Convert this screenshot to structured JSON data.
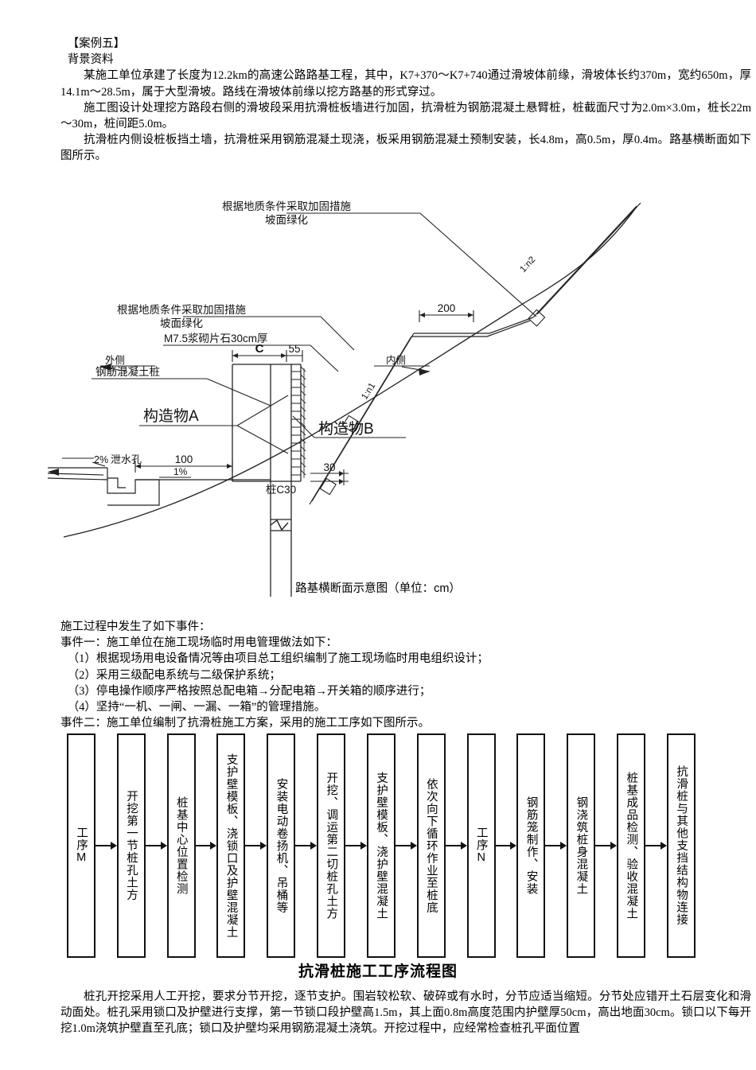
{
  "document": {
    "case_title": "【案例五】",
    "background_heading": "背景资料",
    "background_paras": [
      "某施工单位承建了长度为12.2km的高速公路路基工程，其中，K7+370～K7+740通过滑坡体前缘，滑坡体长约370m，宽约650m，厚14.1m～28.5m，属于大型滑坡。路线在滑坡体前缘以挖方路基的形式穿过。",
      "施工图设计处理挖方路段右侧的滑坡段采用抗滑桩板墙进行加固，抗滑桩为钢筋混凝土悬臂桩，桩截面尺寸为2.0m×3.0m，桩长22m～30m，桩间距5.0m。",
      "抗滑桩内侧设桩板挡土墙，抗滑桩采用钢筋混凝土现浇，板采用钢筋混凝土预制安装，长4.8m，高0.5m，厚0.4m。路基横断面如下图所示。"
    ],
    "events_intro": "施工过程中发生了如下事件：",
    "event_one_heading": "事件一：施工单位在施工现场临时用电管理做法如下：",
    "event_one_items": [
      "（1）根据现场用电设备情况等由项目总工组织编制了施工现场临时用电组织设计；",
      "（2）采用三级配电系统与二级保护系统；",
      "（3）停电操作顺序严格按照总配电箱→分配电箱→开关箱的顺序进行；",
      "（4）坚持“一机、一闸、一漏、一箱”的管理措施。"
    ],
    "event_two_heading": "事件二：施工单位编制了抗滑桩施工方案，采用的施工工序如下图所示。",
    "closing_para": "桩孔开挖采用人工开挖，要求分节开挖，逐节支护。围岩较松软、破碎或有水时，分节应适当缩短。分节处应错开土石层变化和滑动面处。桩孔采用锁口及护壁进行支撑，第一节锁口段护壁高1.5m，其上面0.8m高度范围内护壁厚50cm，高出地面30cm。锁口以下每开挖1.0m浇筑护壁直至孔底；锁口及护壁均采用钢筋混凝土浇筑。开挖过程中，应经常检查桩孔平面位置"
  },
  "drawing": {
    "caption": "路基横断面示意图（单位：cm）",
    "labels": {
      "upper_reinforce_line1": "根据地质条件采取加固措施",
      "upper_reinforce_line2": "坡面绿化",
      "lower_reinforce_line1": "根据地质条件采取加固措施",
      "lower_reinforce_line2": "坡面绿化",
      "mortar_rubble": "M7.5浆砌片石30cm厚",
      "rc_pile": "钢筋混凝土桩",
      "structure_a": "构造物A",
      "structure_b": "构造物B",
      "weep_hole": "泄水孔",
      "pile_concrete": "桩C30",
      "outer_side": "外侧",
      "inner_side": "内侧"
    },
    "dimensions": {
      "berm_width": "200",
      "slope_upper": "1:n2",
      "slope_lower": "1:n1",
      "wall_c": "C",
      "wall_55": "55",
      "platform_100": "100",
      "base_30": "30",
      "cross_slope_2pct": "2%",
      "cross_slope_1pct": "1%"
    }
  },
  "flowchart": {
    "title": "抗滑桩施工工序流程图",
    "boxes": [
      {
        "label": "工序M"
      },
      {
        "label": "开挖第一节桩孔土方"
      },
      {
        "label": "桩基中心位置检测"
      },
      {
        "label": "支护壁模板、浇锁口及护壁混凝土"
      },
      {
        "label": "安装电动卷扬机、吊桶等"
      },
      {
        "label": "开挖、调运第二切桩孔土方"
      },
      {
        "label": "支护壁模板、浇护壁混凝土"
      },
      {
        "label": "依次向下循环作业至桩底"
      },
      {
        "label": "工序N"
      },
      {
        "label": "钢筋笼制作、安装"
      },
      {
        "label": "钢浇筑桩身混凝土"
      },
      {
        "label": "桩基成品检测、验收混凝土"
      },
      {
        "label": "抗滑桩与其他支挡结构物连接"
      }
    ]
  },
  "colors": {
    "ink": "#000000",
    "line": "#111111",
    "paper": "#ffffff"
  }
}
